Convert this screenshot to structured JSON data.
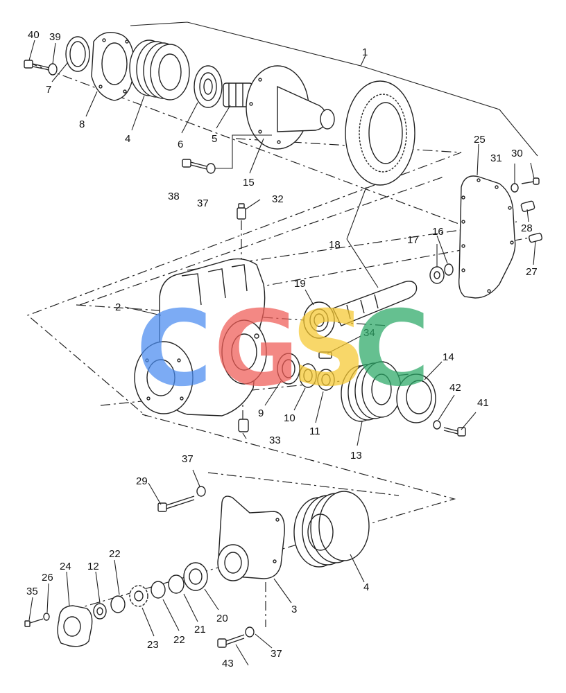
{
  "diagram": {
    "callouts": [
      "1",
      "2",
      "3",
      "4",
      "4",
      "5",
      "6",
      "7",
      "8",
      "9",
      "10",
      "11",
      "12",
      "13",
      "14",
      "15",
      "16",
      "17",
      "18",
      "19",
      "20",
      "21",
      "22",
      "22",
      "23",
      "24",
      "25",
      "26",
      "27",
      "28",
      "29",
      "30",
      "31",
      "32",
      "33",
      "34",
      "35",
      "37",
      "37",
      "37",
      "38",
      "39",
      "40",
      "41",
      "42",
      "43"
    ]
  },
  "watermark": {
    "letters": [
      "C",
      "G",
      "S",
      "C"
    ],
    "colors": [
      "#4a8cf0",
      "#ef5b55",
      "#f6c830",
      "#2aa866"
    ]
  }
}
